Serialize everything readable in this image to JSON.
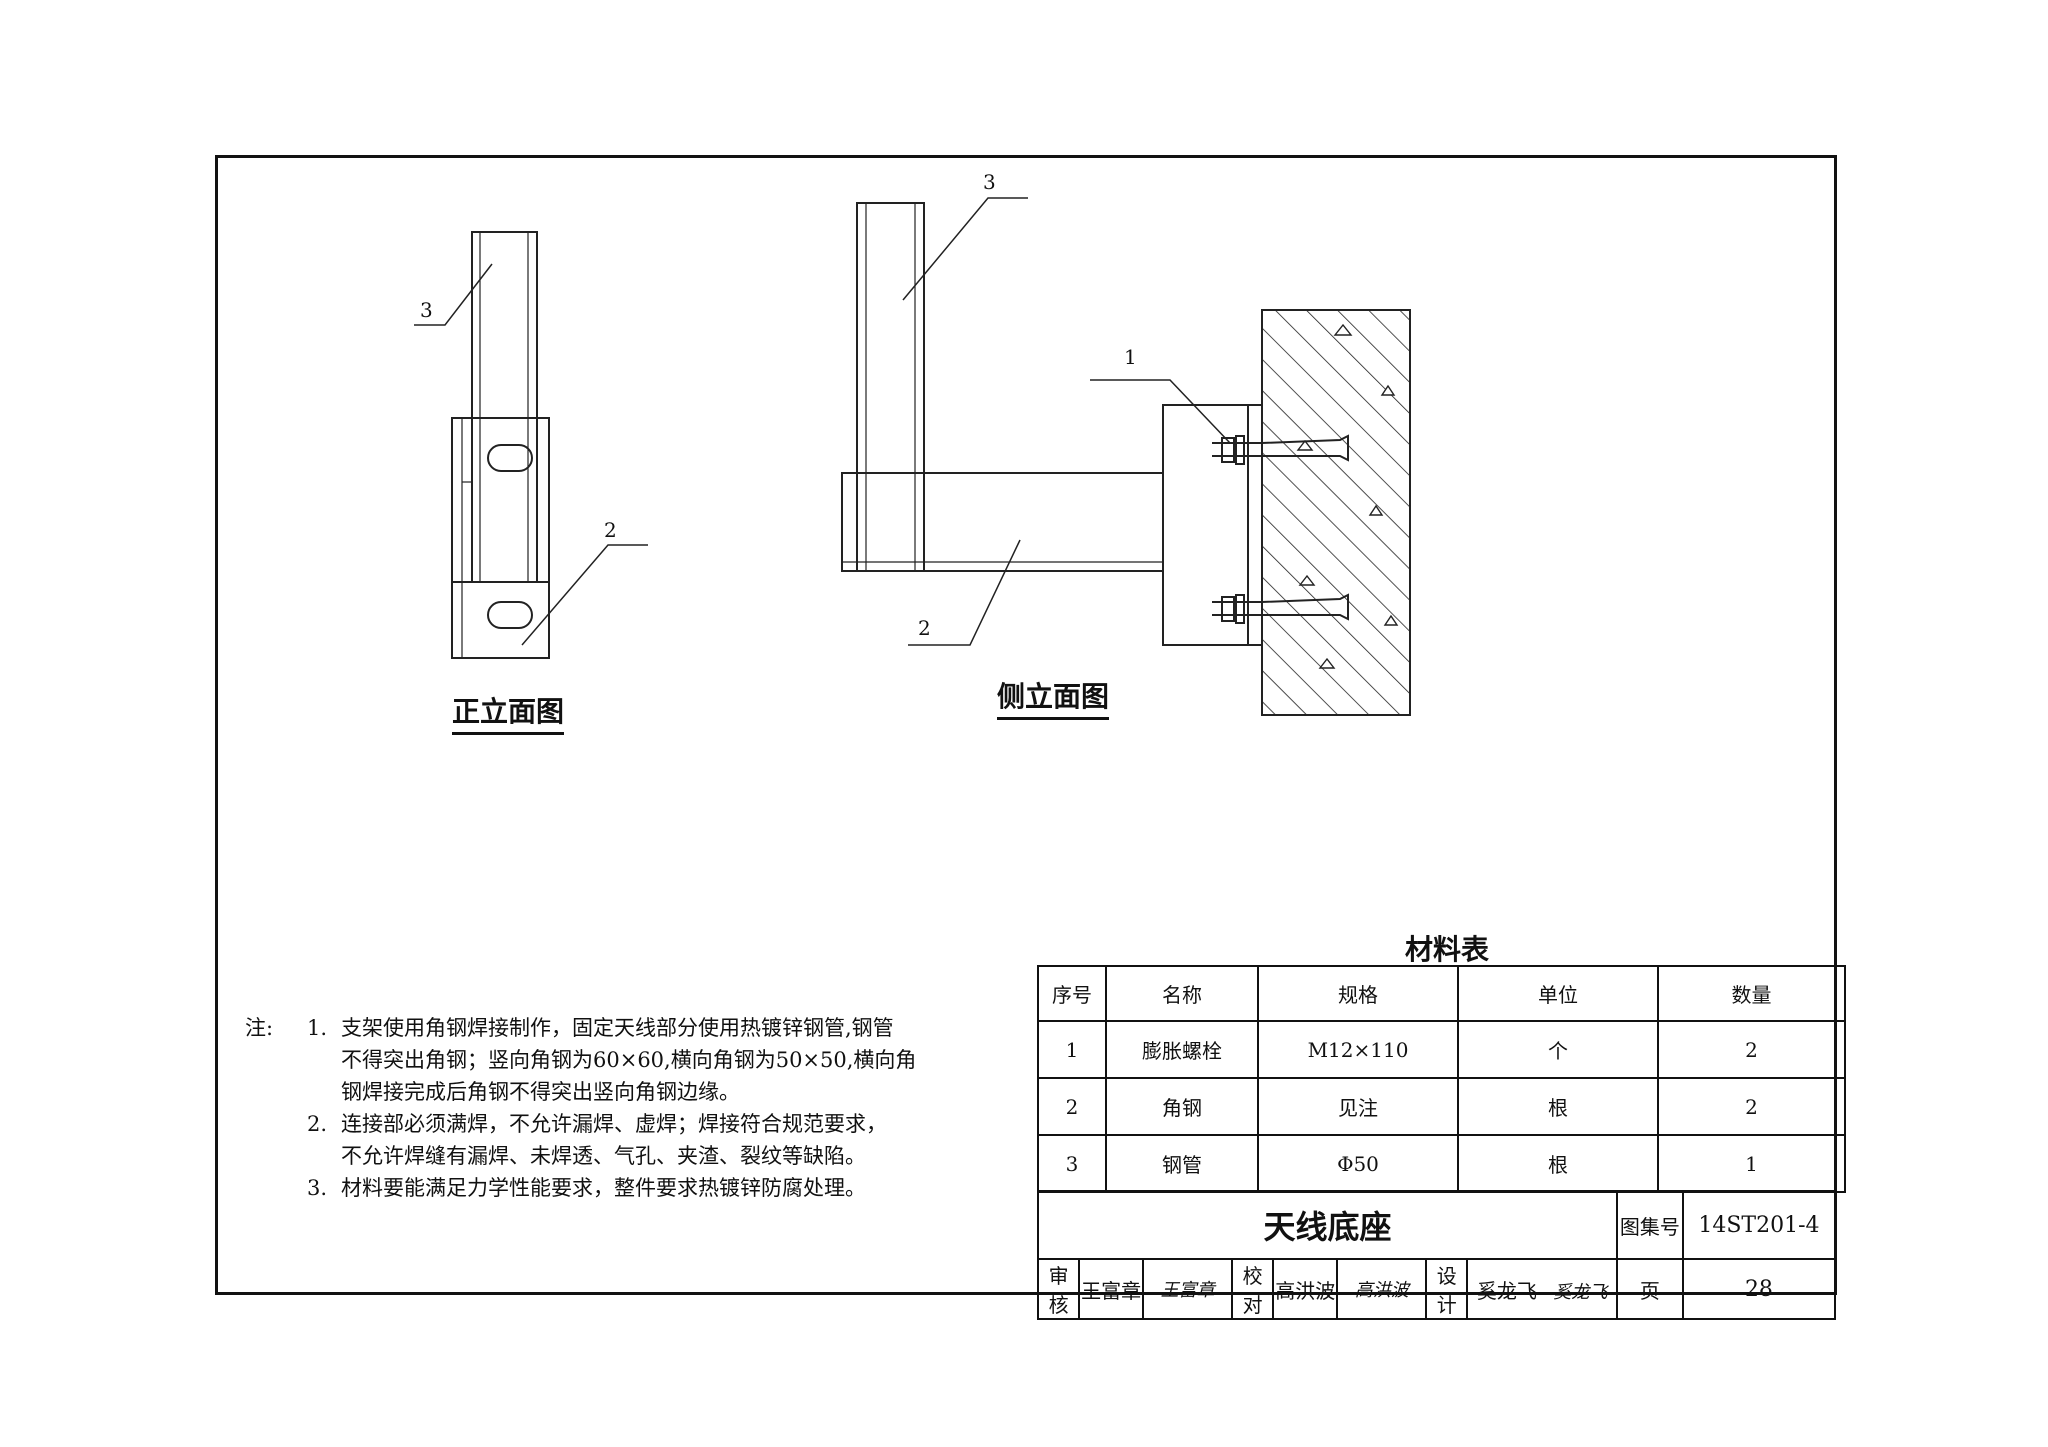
{
  "views": {
    "front_title": "正立面图",
    "side_title": "侧立面图",
    "callouts": [
      "1",
      "2",
      "3"
    ]
  },
  "notes": {
    "prefix": "注:",
    "items": [
      {
        "num": "1.",
        "lines": [
          "支架使用角钢焊接制作，固定天线部分使用热镀锌钢管,钢管",
          "不得突出角钢；竖向角钢为60×60,横向角钢为50×50,横向角",
          "钢焊接完成后角钢不得突出竖向角钢边缘。"
        ]
      },
      {
        "num": "2.",
        "lines": [
          "连接部必须满焊，不允许漏焊、虚焊；焊接符合规范要求，",
          "不允许焊缝有漏焊、未焊透、气孔、夹渣、裂纹等缺陷。"
        ]
      },
      {
        "num": "3.",
        "lines": [
          "材料要能满足力学性能要求，整件要求热镀锌防腐处理。"
        ]
      }
    ]
  },
  "materials": {
    "title": "材料表",
    "headers": [
      "序号",
      "名称",
      "规格",
      "单位",
      "数量"
    ],
    "rows": [
      [
        "1",
        "膨胀螺栓",
        "M12×110",
        "个",
        "2"
      ],
      [
        "2",
        "角钢",
        "见注",
        "根",
        "2"
      ],
      [
        "3",
        "钢管",
        "Φ50",
        "根",
        "1"
      ]
    ]
  },
  "titleblock": {
    "drawing_title": "天线底座",
    "atlas_label": "图集号",
    "atlas_no": "14ST201-4",
    "review_label": "审核",
    "reviewer": "王富章",
    "reviewer_sig": "王富章",
    "check_label": "校对",
    "checker": "高洪波",
    "checker_sig": "高洪波",
    "design_label": "设计",
    "designer": "奚龙飞",
    "designer_sig": "奚龙飞",
    "page_label": "页",
    "page_no": "28"
  }
}
